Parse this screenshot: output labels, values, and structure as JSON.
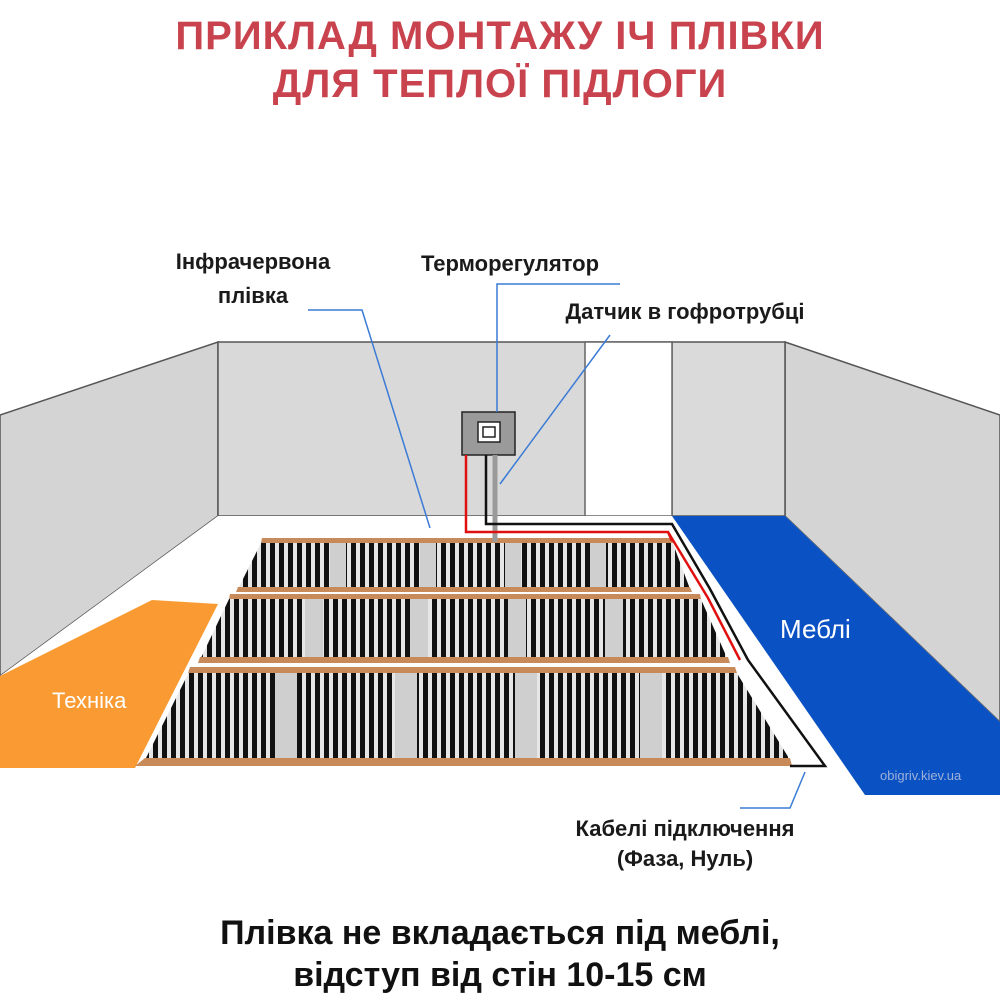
{
  "title": {
    "line1": "ПРИКЛАД МОНТАЖУ ІЧ ПЛІВКИ",
    "line2": "ДЛЯ ТЕПЛОЇ ПІДЛОГИ"
  },
  "labels": {
    "film_line1": "Інфрачервона",
    "film_line2": "плівка",
    "thermostat": "Терморегулятор",
    "sensor": "Датчик в гофротрубці",
    "cables_line1": "Кабелі підключення",
    "cables_line2": "(Фаза, Нуль)"
  },
  "zones": {
    "appliances": "Техніка",
    "furniture": "Меблі"
  },
  "watermark": "obigriv.kiev.ua",
  "footer": {
    "line1": "Плівка не вкладається під меблі,",
    "line2": "відступ від стін 10-15 см"
  },
  "colors": {
    "title": "#c9434e",
    "appliances_zone": "#f99b32",
    "furniture_zone": "#0a52c4",
    "phase_wire": "#e01010",
    "neutral_wire": "#111111",
    "leader_line": "#3a7bd5",
    "copper_bus": "#c98a5a",
    "wall": "#d9d9d9"
  },
  "film_rows": 3,
  "film_segments_per_row": 5
}
